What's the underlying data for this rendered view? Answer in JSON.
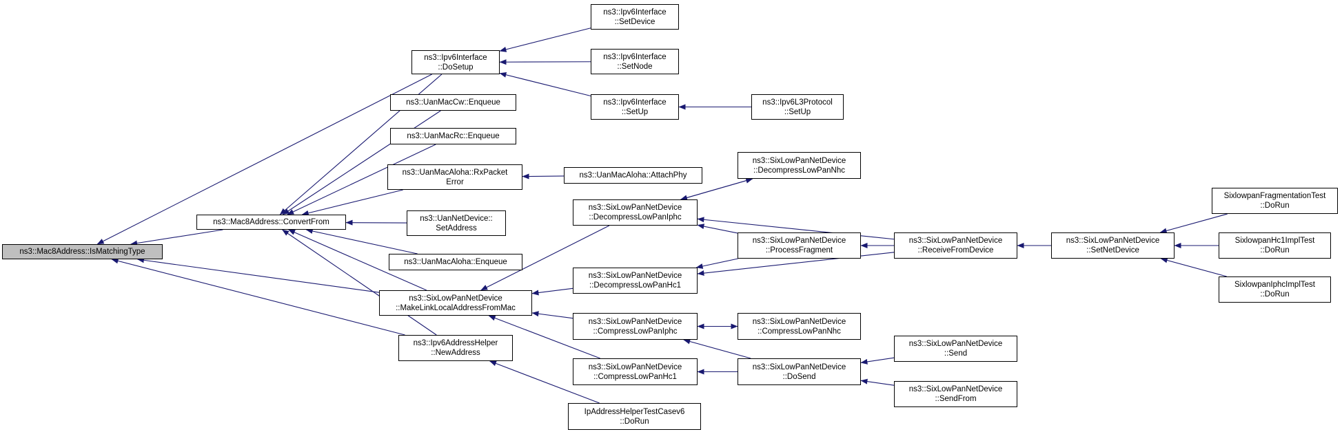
{
  "colors": {
    "edge": "#191970",
    "node_border": "#000000",
    "root_fill": "#bfbfbf"
  },
  "nodes": {
    "root": {
      "lines": [
        "ns3::Mac8Address::IsMatchingType"
      ]
    },
    "convertfrom": {
      "lines": [
        "ns3::Mac8Address::ConvertFrom"
      ]
    },
    "dosetup": {
      "lines": [
        "ns3::Ipv6Interface",
        "::DoSetup"
      ]
    },
    "setdevice": {
      "lines": [
        "ns3::Ipv6Interface",
        "::SetDevice"
      ]
    },
    "setnode": {
      "lines": [
        "ns3::Ipv6Interface",
        "::SetNode"
      ]
    },
    "ipv6if_setup": {
      "lines": [
        "ns3::Ipv6Interface",
        "::SetUp"
      ]
    },
    "l3_setup": {
      "lines": [
        "ns3::Ipv6L3Protocol",
        "::SetUp"
      ]
    },
    "uancw": {
      "lines": [
        "ns3::UanMacCw::Enqueue"
      ]
    },
    "uanrc": {
      "lines": [
        "ns3::UanMacRc::Enqueue"
      ]
    },
    "rxpacketerror": {
      "lines": [
        "ns3::UanMacAloha::RxPacket",
        "Error"
      ]
    },
    "attachphy": {
      "lines": [
        "ns3::UanMacAloha::AttachPhy"
      ]
    },
    "uannetdev": {
      "lines": [
        "ns3::UanNetDevice::",
        "SetAddress"
      ]
    },
    "alohaenq": {
      "lines": [
        "ns3::UanMacAloha::Enqueue"
      ]
    },
    "makelink": {
      "lines": [
        "ns3::SixLowPanNetDevice",
        "::MakeLinkLocalAddressFromMac"
      ]
    },
    "newaddress": {
      "lines": [
        "ns3::Ipv6AddressHelper",
        "::NewAddress"
      ]
    },
    "iphelpertest": {
      "lines": [
        "IpAddressHelperTestCasev6",
        "::DoRun"
      ]
    },
    "decompiphc": {
      "lines": [
        "ns3::SixLowPanNetDevice",
        "::DecompressLowPanIphc"
      ]
    },
    "decompnhc": {
      "lines": [
        "ns3::SixLowPanNetDevice",
        "::DecompressLowPanNhc"
      ]
    },
    "procfrag": {
      "lines": [
        "ns3::SixLowPanNetDevice",
        "::ProcessFragment"
      ]
    },
    "decomphc1": {
      "lines": [
        "ns3::SixLowPanNetDevice",
        "::DecompressLowPanHc1"
      ]
    },
    "recvfromdev": {
      "lines": [
        "ns3::SixLowPanNetDevice",
        "::ReceiveFromDevice"
      ]
    },
    "setnetdev": {
      "lines": [
        "ns3::SixLowPanNetDevice",
        "::SetNetDevice"
      ]
    },
    "fragtest": {
      "lines": [
        "SixlowpanFragmentationTest",
        "::DoRun"
      ]
    },
    "hc1test": {
      "lines": [
        "SixlowpanHc1ImplTest",
        "::DoRun"
      ]
    },
    "iphctest": {
      "lines": [
        "SixlowpanIphcImplTest",
        "::DoRun"
      ]
    },
    "compiphc": {
      "lines": [
        "ns3::SixLowPanNetDevice",
        "::CompressLowPanIphc"
      ]
    },
    "compnhc": {
      "lines": [
        "ns3::SixLowPanNetDevice",
        "::CompressLowPanNhc"
      ]
    },
    "comphc1": {
      "lines": [
        "ns3::SixLowPanNetDevice",
        "::CompressLowPanHc1"
      ]
    },
    "dosend": {
      "lines": [
        "ns3::SixLowPanNetDevice",
        "::DoSend"
      ]
    },
    "send": {
      "lines": [
        "ns3::SixLowPanNetDevice",
        "::Send"
      ]
    },
    "sendfrom": {
      "lines": [
        "ns3::SixLowPanNetDevice",
        "::SendFrom"
      ]
    }
  },
  "edges": [
    [
      "convertfrom",
      "root"
    ],
    [
      "dosetup",
      "root"
    ],
    [
      "makelink",
      "root"
    ],
    [
      "newaddress",
      "root"
    ],
    [
      "dosetup",
      "convertfrom"
    ],
    [
      "uancw",
      "convertfrom"
    ],
    [
      "uanrc",
      "convertfrom"
    ],
    [
      "rxpacketerror",
      "convertfrom"
    ],
    [
      "uannetdev",
      "convertfrom"
    ],
    [
      "alohaenq",
      "convertfrom"
    ],
    [
      "makelink",
      "convertfrom"
    ],
    [
      "newaddress",
      "convertfrom"
    ],
    [
      "setdevice",
      "dosetup"
    ],
    [
      "setnode",
      "dosetup"
    ],
    [
      "ipv6if_setup",
      "dosetup"
    ],
    [
      "l3_setup",
      "ipv6if_setup"
    ],
    [
      "attachphy",
      "rxpacketerror"
    ],
    [
      "decompiphc",
      "makelink"
    ],
    [
      "decomphc1",
      "makelink"
    ],
    [
      "compiphc",
      "makelink"
    ],
    [
      "comphc1",
      "makelink"
    ],
    [
      "iphelpertest",
      "newaddress"
    ],
    [
      "decompnhc",
      "decompiphc"
    ],
    [
      "procfrag",
      "decompiphc"
    ],
    [
      "recvfromdev",
      "decompiphc"
    ],
    [
      "decompiphc",
      "decompnhc"
    ],
    [
      "procfrag",
      "decomphc1"
    ],
    [
      "recvfromdev",
      "decomphc1"
    ],
    [
      "recvfromdev",
      "procfrag"
    ],
    [
      "setnetdev",
      "recvfromdev"
    ],
    [
      "fragtest",
      "setnetdev"
    ],
    [
      "hc1test",
      "setnetdev"
    ],
    [
      "iphctest",
      "setnetdev"
    ],
    [
      "compnhc",
      "compiphc"
    ],
    [
      "dosend",
      "compiphc"
    ],
    [
      "compiphc",
      "compnhc"
    ],
    [
      "dosend",
      "comphc1"
    ],
    [
      "send",
      "dosend"
    ],
    [
      "sendfrom",
      "dosend"
    ]
  ]
}
